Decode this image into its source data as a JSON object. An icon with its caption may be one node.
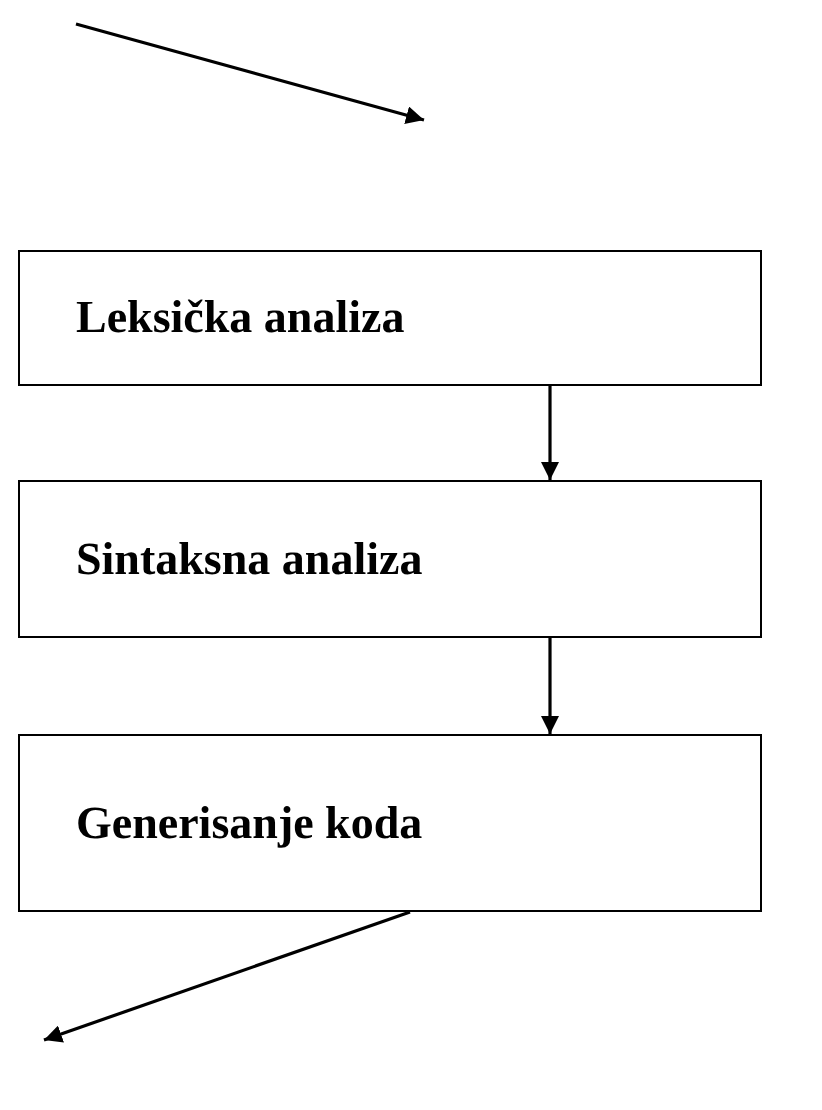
{
  "diagram": {
    "nodes": [
      {
        "text": [
          "Leksička analiza"
        ]
      },
      {
        "text": [
          "Sintaksna analiza"
        ]
      },
      {
        "text": [
          "Generisanje koda"
        ]
      }
    ],
    "edges": [
      {
        "from": null,
        "to": 0,
        "arrow": "to"
      },
      {
        "from": 0,
        "to": 1,
        "arrow": "to"
      },
      {
        "from": 1,
        "to": 2,
        "arrow": "to"
      },
      {
        "from": 2,
        "to": null,
        "arrow": "to"
      }
    ]
  }
}
